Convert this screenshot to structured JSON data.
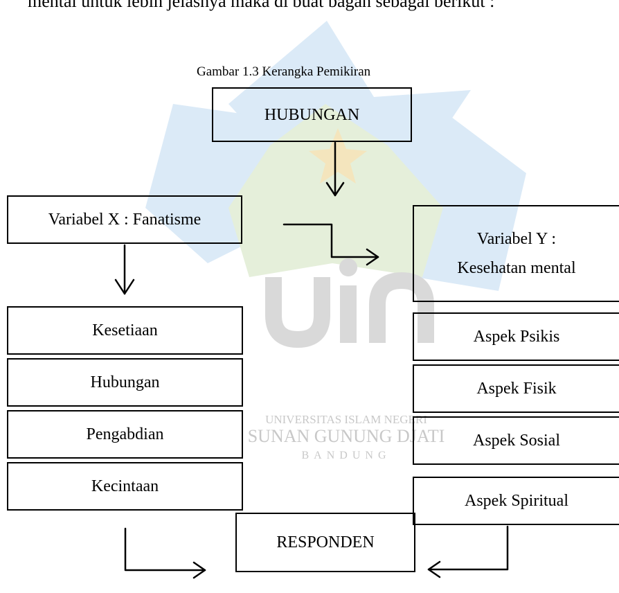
{
  "intro_text": "mental untuk lebih jelasnya maka di buat bagan sebagai berikut :",
  "caption": "Gambar 1.3 Kerangka Pemikiran",
  "nodes": {
    "top": "HUBUNGAN",
    "var_x": "Variabel X : Fanatisme",
    "var_y_line1": "Variabel Y :",
    "var_y_line2": "Kesehatan mental",
    "x_items": [
      "Kesetiaan",
      "Hubungan",
      "Pengabdian",
      "Kecintaan"
    ],
    "y_items": [
      "Aspek Psikis",
      "Aspek Fisik",
      "Aspek Sosial",
      "Aspek Spiritual"
    ],
    "bottom": "RESPONDEN"
  },
  "watermark": {
    "logo_text": "uin",
    "line1": "UNIVERSITAS ISLAM NEGERI",
    "line2": "SUNAN GUNUNG DJATI",
    "line3": "BANDUNG",
    "colors": {
      "blue": "#dbeaf7",
      "green": "#e5efda",
      "gold": "#f4e5bd",
      "gray": "#d9d9d9"
    }
  }
}
